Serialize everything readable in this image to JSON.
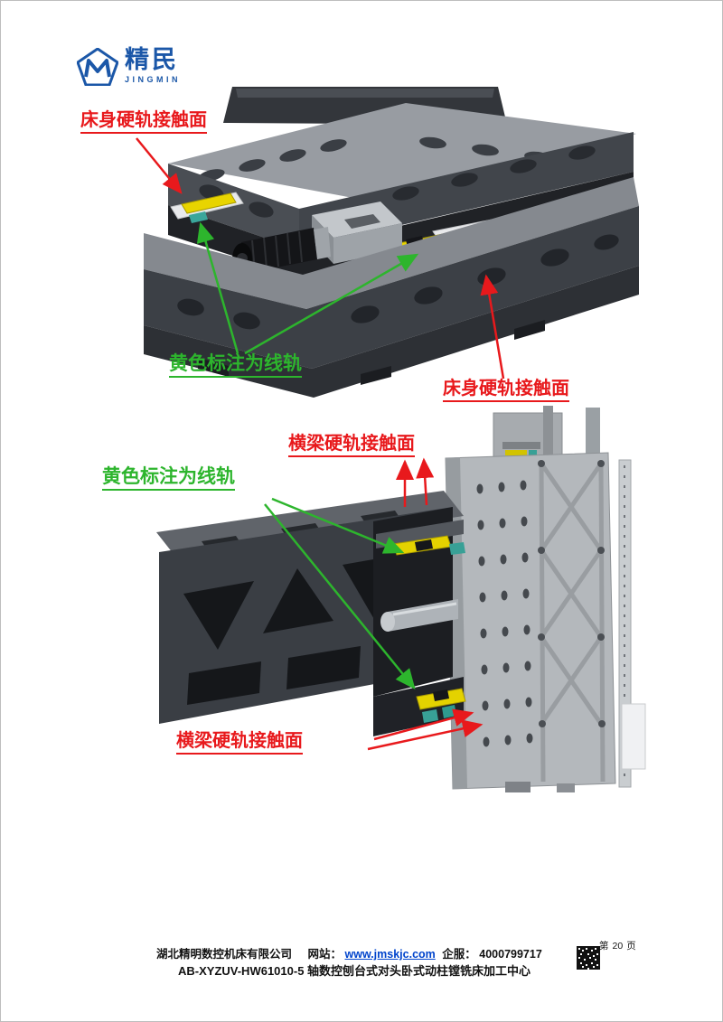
{
  "logo": {
    "cn": "精民",
    "en": "JINGMIN"
  },
  "figures": {
    "fig1": {
      "description": "machine bed isometric view",
      "labels": {
        "bed_contact_top": "床身硬轨接触面",
        "yellow_rail": "黄色标注为线轨",
        "bed_contact_bottom": "床身硬轨接触面"
      }
    },
    "fig2": {
      "description": "crossbeam and column isometric view",
      "labels": {
        "beam_contact_top": "横梁硬轨接触面",
        "yellow_rail": "黄色标注为线轨",
        "beam_contact_bottom": "横梁硬轨接触面"
      }
    }
  },
  "footer": {
    "company": "湖北精明数控机床有限公司",
    "website_label": "网站：",
    "website_url": "www.jmskjc.com",
    "service_label": "企服：",
    "service_phone": "4000799717",
    "model_line": "AB-XYZUV-HW61010-5 轴数控刨台式对头卧式动柱镗铣床加工中心",
    "page_prefix": "第",
    "page_number": "20",
    "page_suffix": "页"
  },
  "colors": {
    "annotation_red": "#e8191c",
    "annotation_green": "#2db52d",
    "rail_yellow": "#e4d200",
    "clamp_teal": "#38a096",
    "logo_blue": "#1b57a8",
    "link_blue": "#0044cc"
  }
}
